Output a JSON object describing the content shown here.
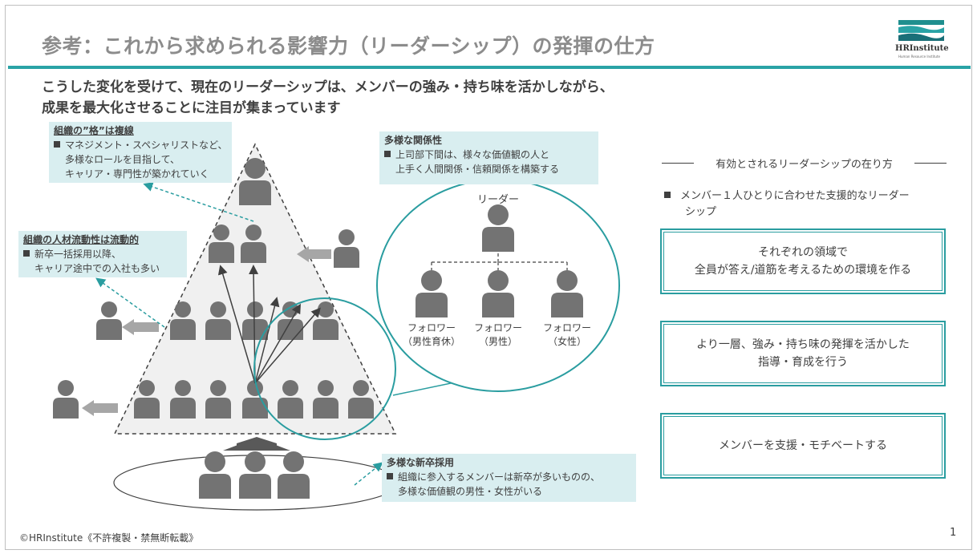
{
  "header": {
    "title": "参考：これから求められる影響力（リーダーシップ）の発揮の仕方",
    "logo_text": "HRInstitute",
    "logo_subtext": "Human Resource Institute"
  },
  "subtitle": {
    "line1": "こうした変化を受けて、現在のリーダーシップは、メンバーの強み・持ち味を活かしながら、",
    "line2": "成果を最大化させることに注目が集まっています"
  },
  "callouts": {
    "rank": {
      "heading": "組織の”格”は複線",
      "bullet_line1": "マネジメント・スペシャリストなど、",
      "bullet_line2": "多様なロールを目指して、",
      "bullet_line3": "キャリア・専門性が築かれていく"
    },
    "mobility": {
      "heading": "組織の人材流動性は流動的",
      "bullet_line1": "新卒一括採用以降、",
      "bullet_line2": "キャリア途中での入社も多い"
    },
    "relations": {
      "heading": "多様な関係性",
      "bullet_line1": "上司部下間は、様々な価値観の人と",
      "bullet_line2": "上手く人間関係・信頼関係を構築する"
    },
    "recruit": {
      "heading": "多様な新卒採用",
      "bullet_line1": "組織に参入するメンバーは新卒が多いものの、",
      "bullet_line2": "多様な価値観の男性・女性がいる"
    }
  },
  "org_chart": {
    "leader_label": "リーダー",
    "followers": [
      {
        "line1": "フォロワー",
        "line2": "（男性育休）"
      },
      {
        "line1": "フォロワー",
        "line2": "（男性）"
      },
      {
        "line1": "フォロワー",
        "line2": "（女性）"
      }
    ]
  },
  "right_panel": {
    "heading": "有効とされるリーダーシップの在り方",
    "bullet_line1": "メンバー１人ひとりに合わせた支援的なリーダー",
    "bullet_line2": "シップ",
    "boxes": [
      {
        "line1": "それぞれの領域で",
        "line2": "全員が答え/道筋を考えるための環境を作る"
      },
      {
        "line1": "より一層、強み・持ち味の発揮を活かした",
        "line2": "指導・育成を行う"
      },
      {
        "line1": "メンバーを支援・モチベートする",
        "line2": ""
      }
    ]
  },
  "colors": {
    "accent": "#2aa3a6",
    "callout_bg": "#d9eef0",
    "person": "#737373",
    "pyramid_fill": "#f0f0f0"
  },
  "footer": {
    "copyright": "©HRInstitute《不許複製・禁無断転載》",
    "page_number": "1"
  }
}
